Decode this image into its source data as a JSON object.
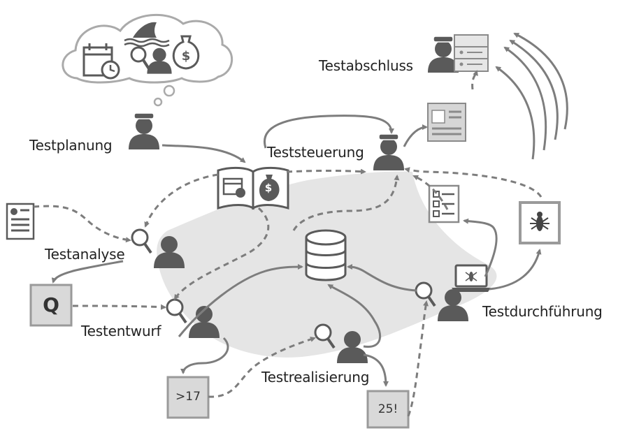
{
  "colors": {
    "figure": "#5a5a5a",
    "arrow": "#7d7d7d",
    "area": "#e5e5e5",
    "box_fill": "#d9d9d9",
    "box_border": "#9a9a9a",
    "text": "#222222"
  },
  "labels": {
    "testplanung": "Testplanung",
    "teststeuerung": "Teststeuerung",
    "testabschluss": "Testabschluss",
    "testanalyse": "Testanalyse",
    "testentwurf": "Testentwurf",
    "testrealisierung": "Testrealisierung",
    "testdurchfuehrung": "Testdurchführung"
  },
  "artifacts": {
    "question_box": "Q",
    "value_box_1": ">17",
    "value_box_2": "25!",
    "dollar_sign": "$"
  },
  "icons": [
    "thought-cloud-icon",
    "calendar-clock-icon",
    "shark-fin-icon",
    "magnifier-person-icon",
    "money-bag-icon",
    "planner-person-icon",
    "open-book-icon",
    "controller-person-icon",
    "closer-person-icon",
    "cabinet-icon",
    "report-icon",
    "document-icon",
    "checklist-icon",
    "bug-icon",
    "laptop-bug-icon",
    "database-icon",
    "wind-lines-icon"
  ]
}
